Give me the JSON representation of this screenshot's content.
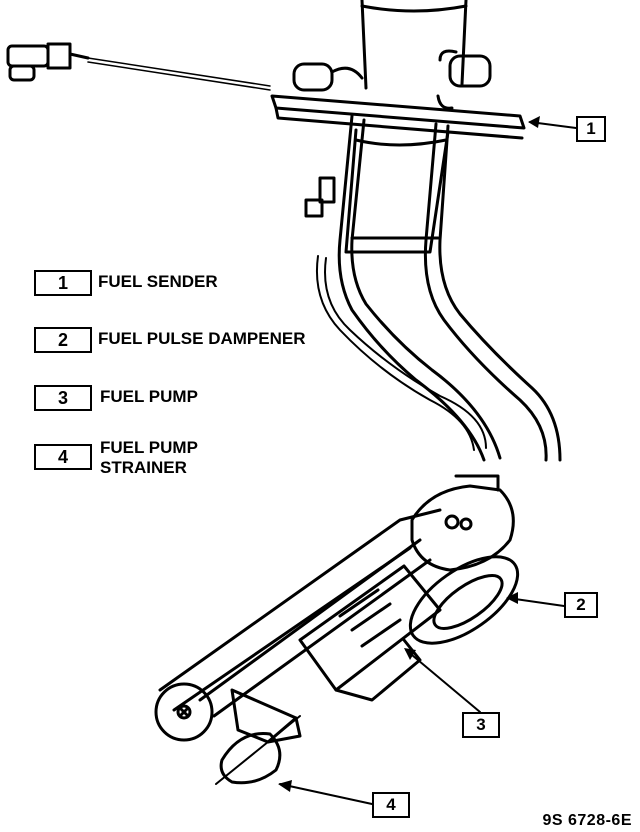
{
  "legend": [
    {
      "num": "1",
      "label": "FUEL SENDER"
    },
    {
      "num": "2",
      "label": "FUEL PULSE DAMPENER"
    },
    {
      "num": "3",
      "label": "FUEL PUMP"
    },
    {
      "num": "4",
      "label": "FUEL PUMP\nSTRAINER"
    }
  ],
  "callouts": {
    "c1": "1",
    "c2": "2",
    "c3": "3",
    "c4": "4"
  },
  "figure_id": "9S 6728-6E"
}
